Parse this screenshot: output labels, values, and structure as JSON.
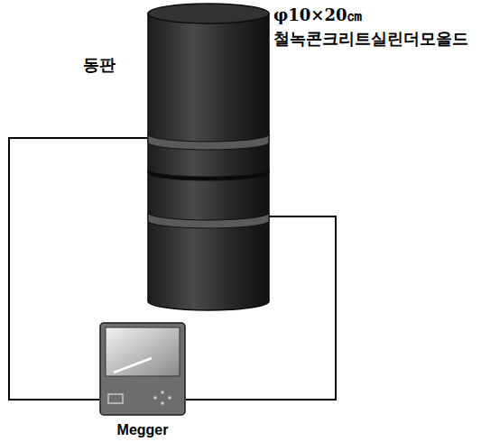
{
  "diagram": {
    "nodes": [
      {
        "text": [
          "φ10×20㎝",
          "철녹콘크리트실린더모올드"
        ]
      },
      {
        "text": [
          "Megger"
        ]
      }
    ],
    "edges": [
      {
        "from": 0,
        "to": 1,
        "arrow": "none"
      },
      {
        "from": 0,
        "to": 1,
        "arrow": "none"
      }
    ],
    "labels": [
      "동판"
    ]
  }
}
